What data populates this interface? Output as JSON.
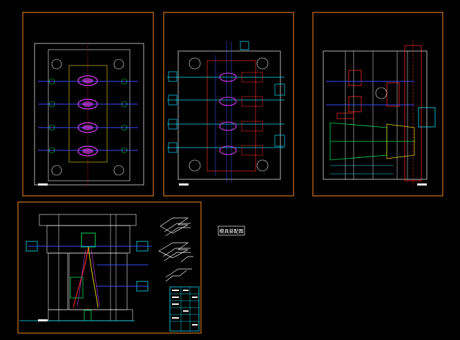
{
  "drawing": {
    "background": "#000000",
    "frame_color": "#ff8c1a",
    "colors": {
      "white": "#ffffff",
      "cyan": "#00e5ff",
      "blue": "#3a4cff",
      "magenta": "#e040ff",
      "red": "#ff2a2a",
      "green": "#00e05a",
      "yellow": "#ffe600"
    },
    "sheets": [
      {
        "id": "top-view",
        "scale_label": ""
      },
      {
        "id": "bottom-view",
        "scale_label": ""
      },
      {
        "id": "side-section",
        "scale_label": ""
      },
      {
        "id": "assembly-section",
        "scale_label": ""
      }
    ],
    "free_label": "模具装配图"
  }
}
